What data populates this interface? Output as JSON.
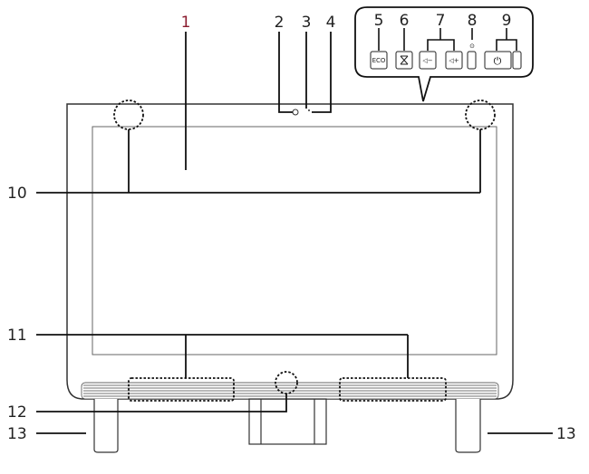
{
  "callouts": {
    "c1": "1",
    "c2": "2",
    "c3": "3",
    "c4": "4",
    "c5": "5",
    "c6": "6",
    "c7": "7",
    "c8": "8",
    "c9": "9",
    "c10": "10",
    "c11": "11",
    "c12": "12",
    "c13_left": "13",
    "c13_right": "13"
  },
  "buttons": {
    "eco": "ECO",
    "vol_down": "◁−",
    "vol_up": "◁+",
    "power": "⏻"
  },
  "colors": {
    "label_1": "#8a1b2e",
    "line": "#222222"
  }
}
